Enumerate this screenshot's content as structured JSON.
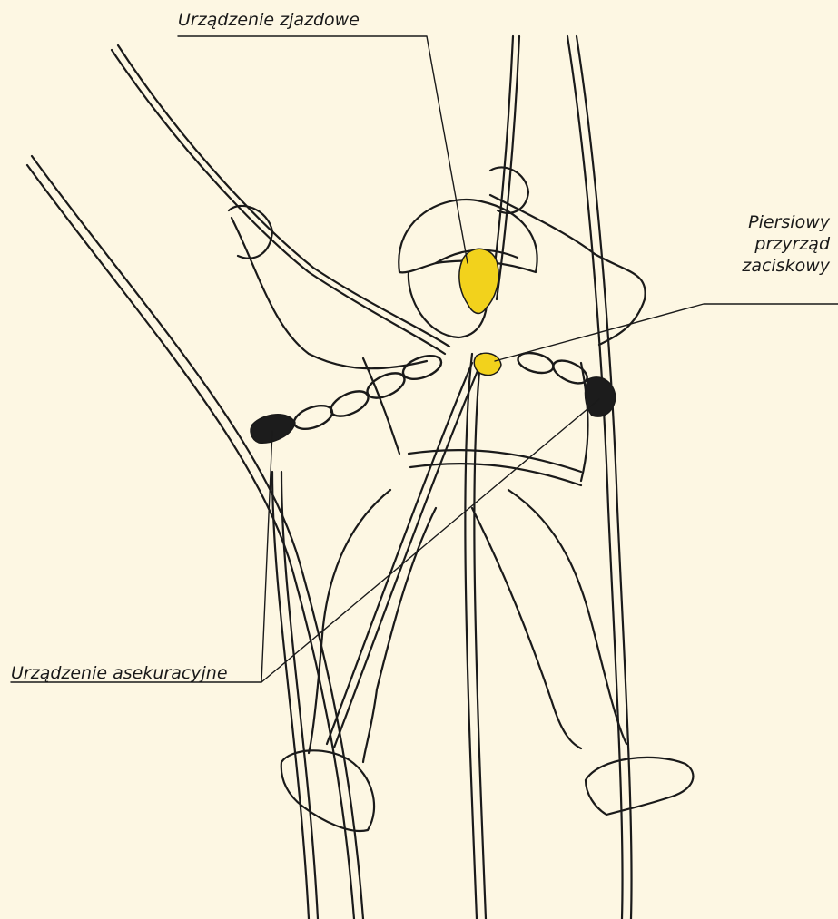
{
  "labels": {
    "descender": "Urządzenie zjazdowe",
    "chest_ascender": [
      "Piersiowy",
      "przyrząd",
      "zaciskowy"
    ],
    "backup_device": "Urządzenie asekuracyjne"
  },
  "colors": {
    "background": "#fdf7e3",
    "ink": "#1a1a1a",
    "device_yellow": "#f2d21c",
    "device_black": "#1c1c1c"
  }
}
